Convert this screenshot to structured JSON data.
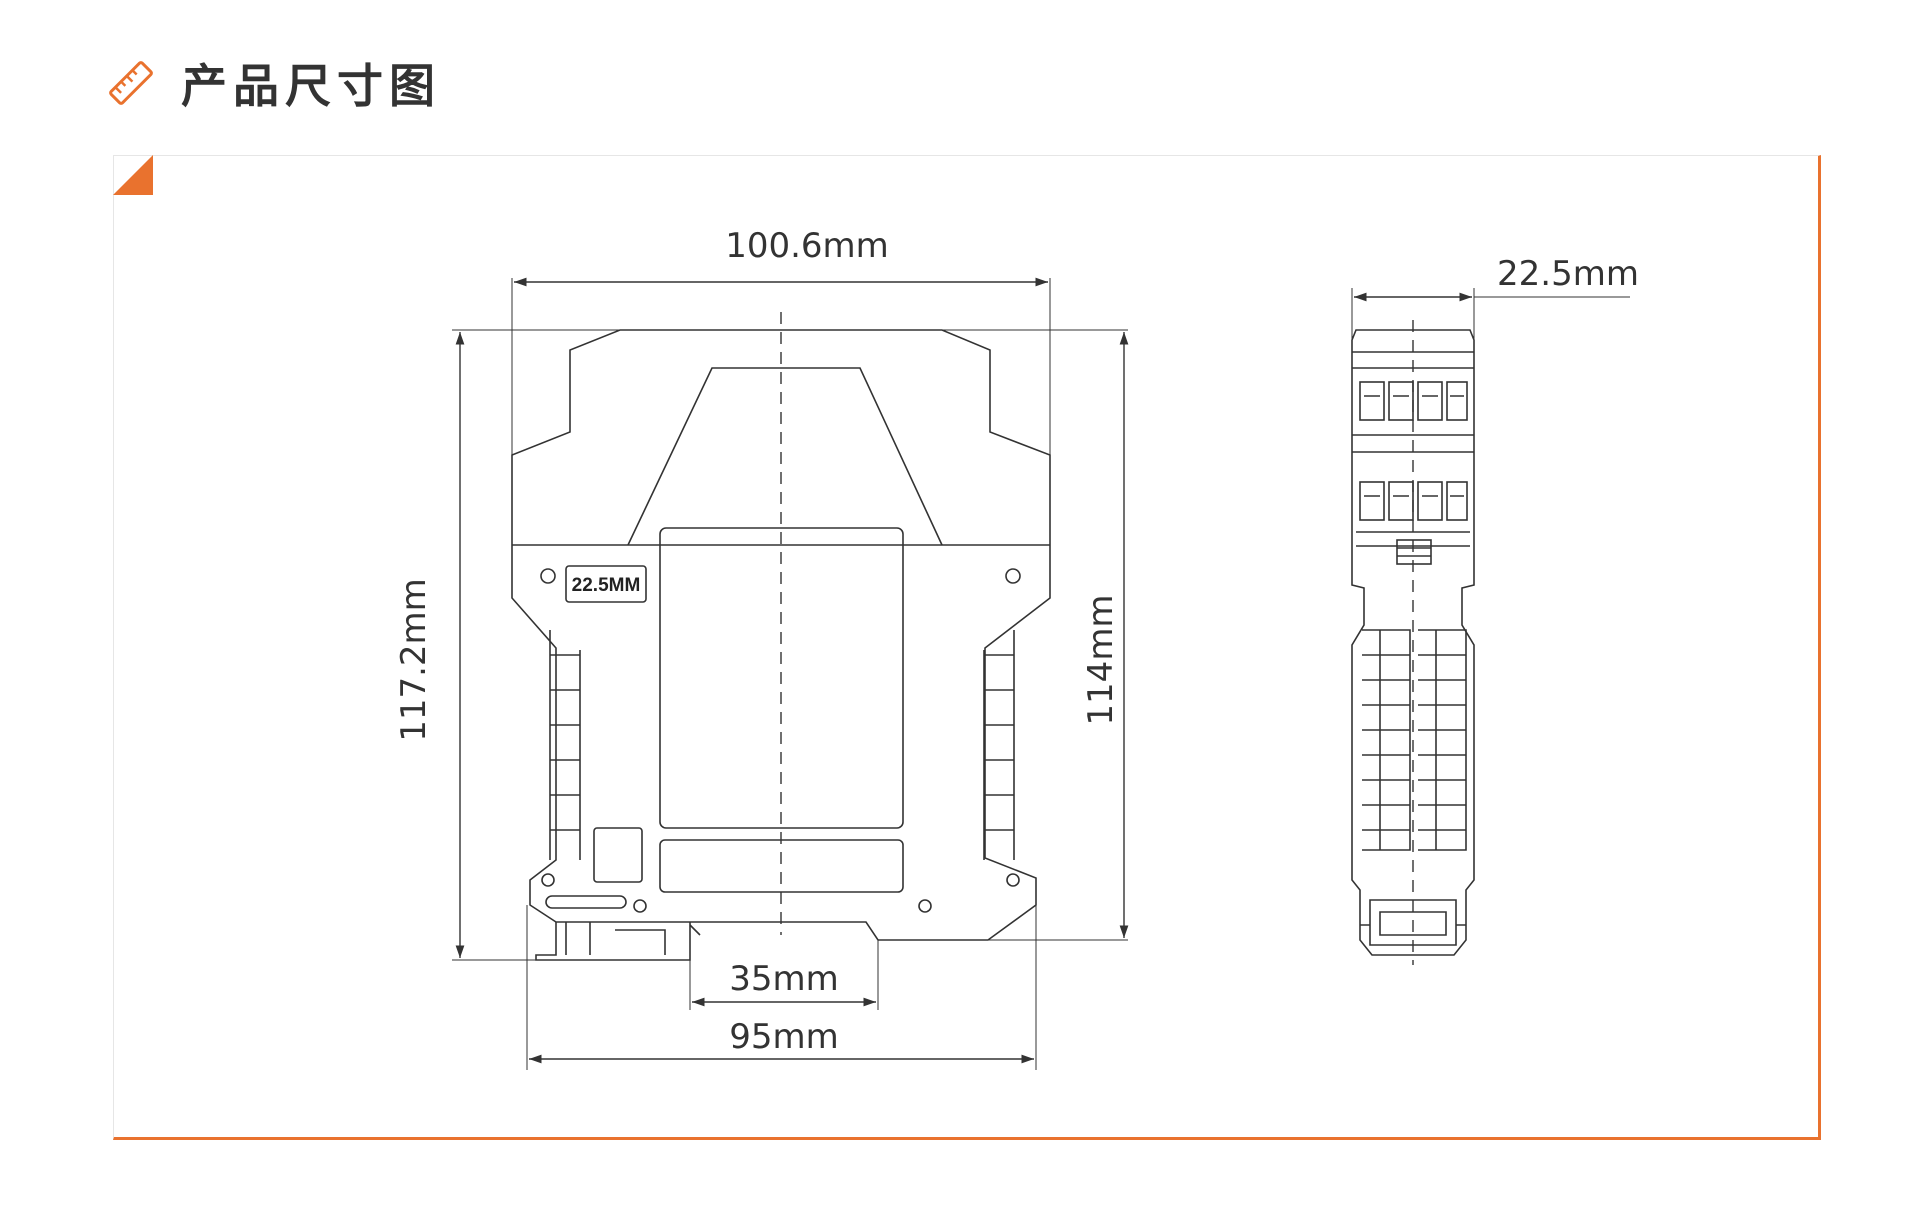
{
  "header": {
    "title": "产品尺寸图",
    "icon": "ruler-icon"
  },
  "colors": {
    "accent": "#E9722E",
    "line": "#333333",
    "text": "#333333"
  },
  "front_view": {
    "badge": "22.5MM",
    "dims": {
      "width_top": "100.6mm",
      "height_left": "117.2mm",
      "height_right": "114mm",
      "rail": "35mm",
      "width_bottom": "95mm"
    }
  },
  "side_view": {
    "dims": {
      "width_top": "22.5mm"
    }
  }
}
